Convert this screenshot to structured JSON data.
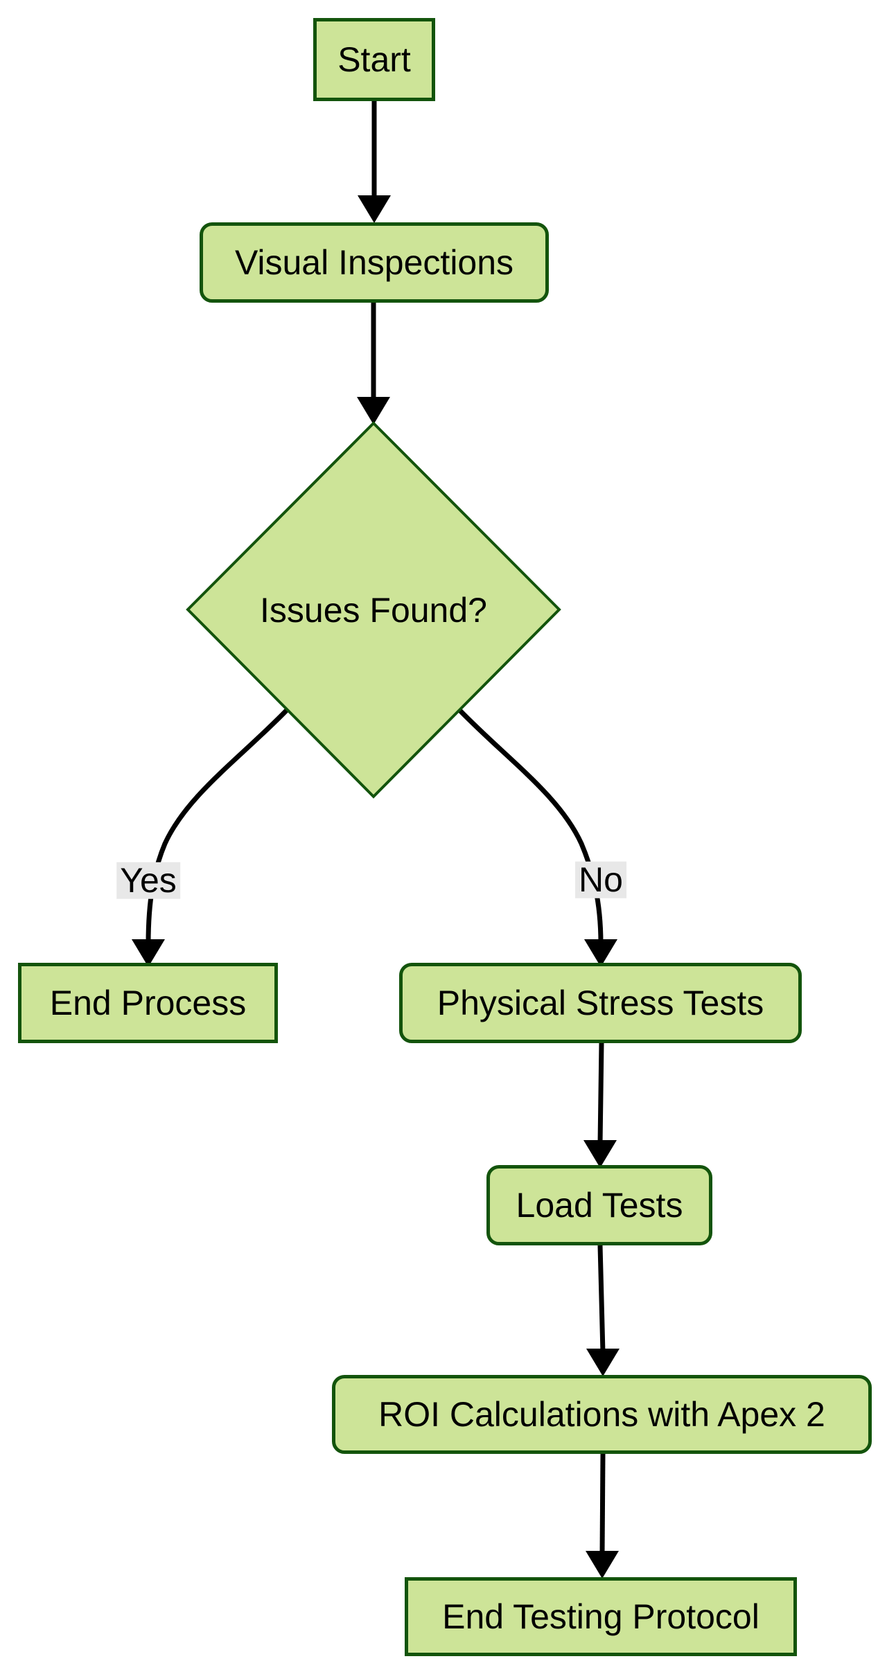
{
  "diagram": {
    "type": "flowchart",
    "direction": "top-down",
    "colors": {
      "background": "#ffffff",
      "node_fill": "#cde498",
      "node_border": "#13540c",
      "text": "#000000",
      "edge": "#000000",
      "edge_label_bg": "#e8e8e8"
    },
    "nodes": [
      {
        "id": "start",
        "label": "Start",
        "shape": "rect"
      },
      {
        "id": "visual-inspections",
        "label": "Visual Inspections",
        "shape": "rounded"
      },
      {
        "id": "issues-found",
        "label": "Issues Found?",
        "shape": "diamond"
      },
      {
        "id": "end-process",
        "label": "End Process",
        "shape": "rect"
      },
      {
        "id": "physical-stress-tests",
        "label": "Physical Stress Tests",
        "shape": "rounded"
      },
      {
        "id": "load-tests",
        "label": "Load Tests",
        "shape": "rounded"
      },
      {
        "id": "roi-calculations",
        "label": "ROI Calculations with Apex 2",
        "shape": "rounded"
      },
      {
        "id": "end-testing-protocol",
        "label": "End Testing Protocol",
        "shape": "rect"
      }
    ],
    "edges": [
      {
        "from": "start",
        "to": "visual-inspections"
      },
      {
        "from": "visual-inspections",
        "to": "issues-found"
      },
      {
        "from": "issues-found",
        "to": "end-process",
        "label": "Yes"
      },
      {
        "from": "issues-found",
        "to": "physical-stress-tests",
        "label": "No"
      },
      {
        "from": "physical-stress-tests",
        "to": "load-tests"
      },
      {
        "from": "load-tests",
        "to": "roi-calculations"
      },
      {
        "from": "roi-calculations",
        "to": "end-testing-protocol"
      }
    ]
  }
}
